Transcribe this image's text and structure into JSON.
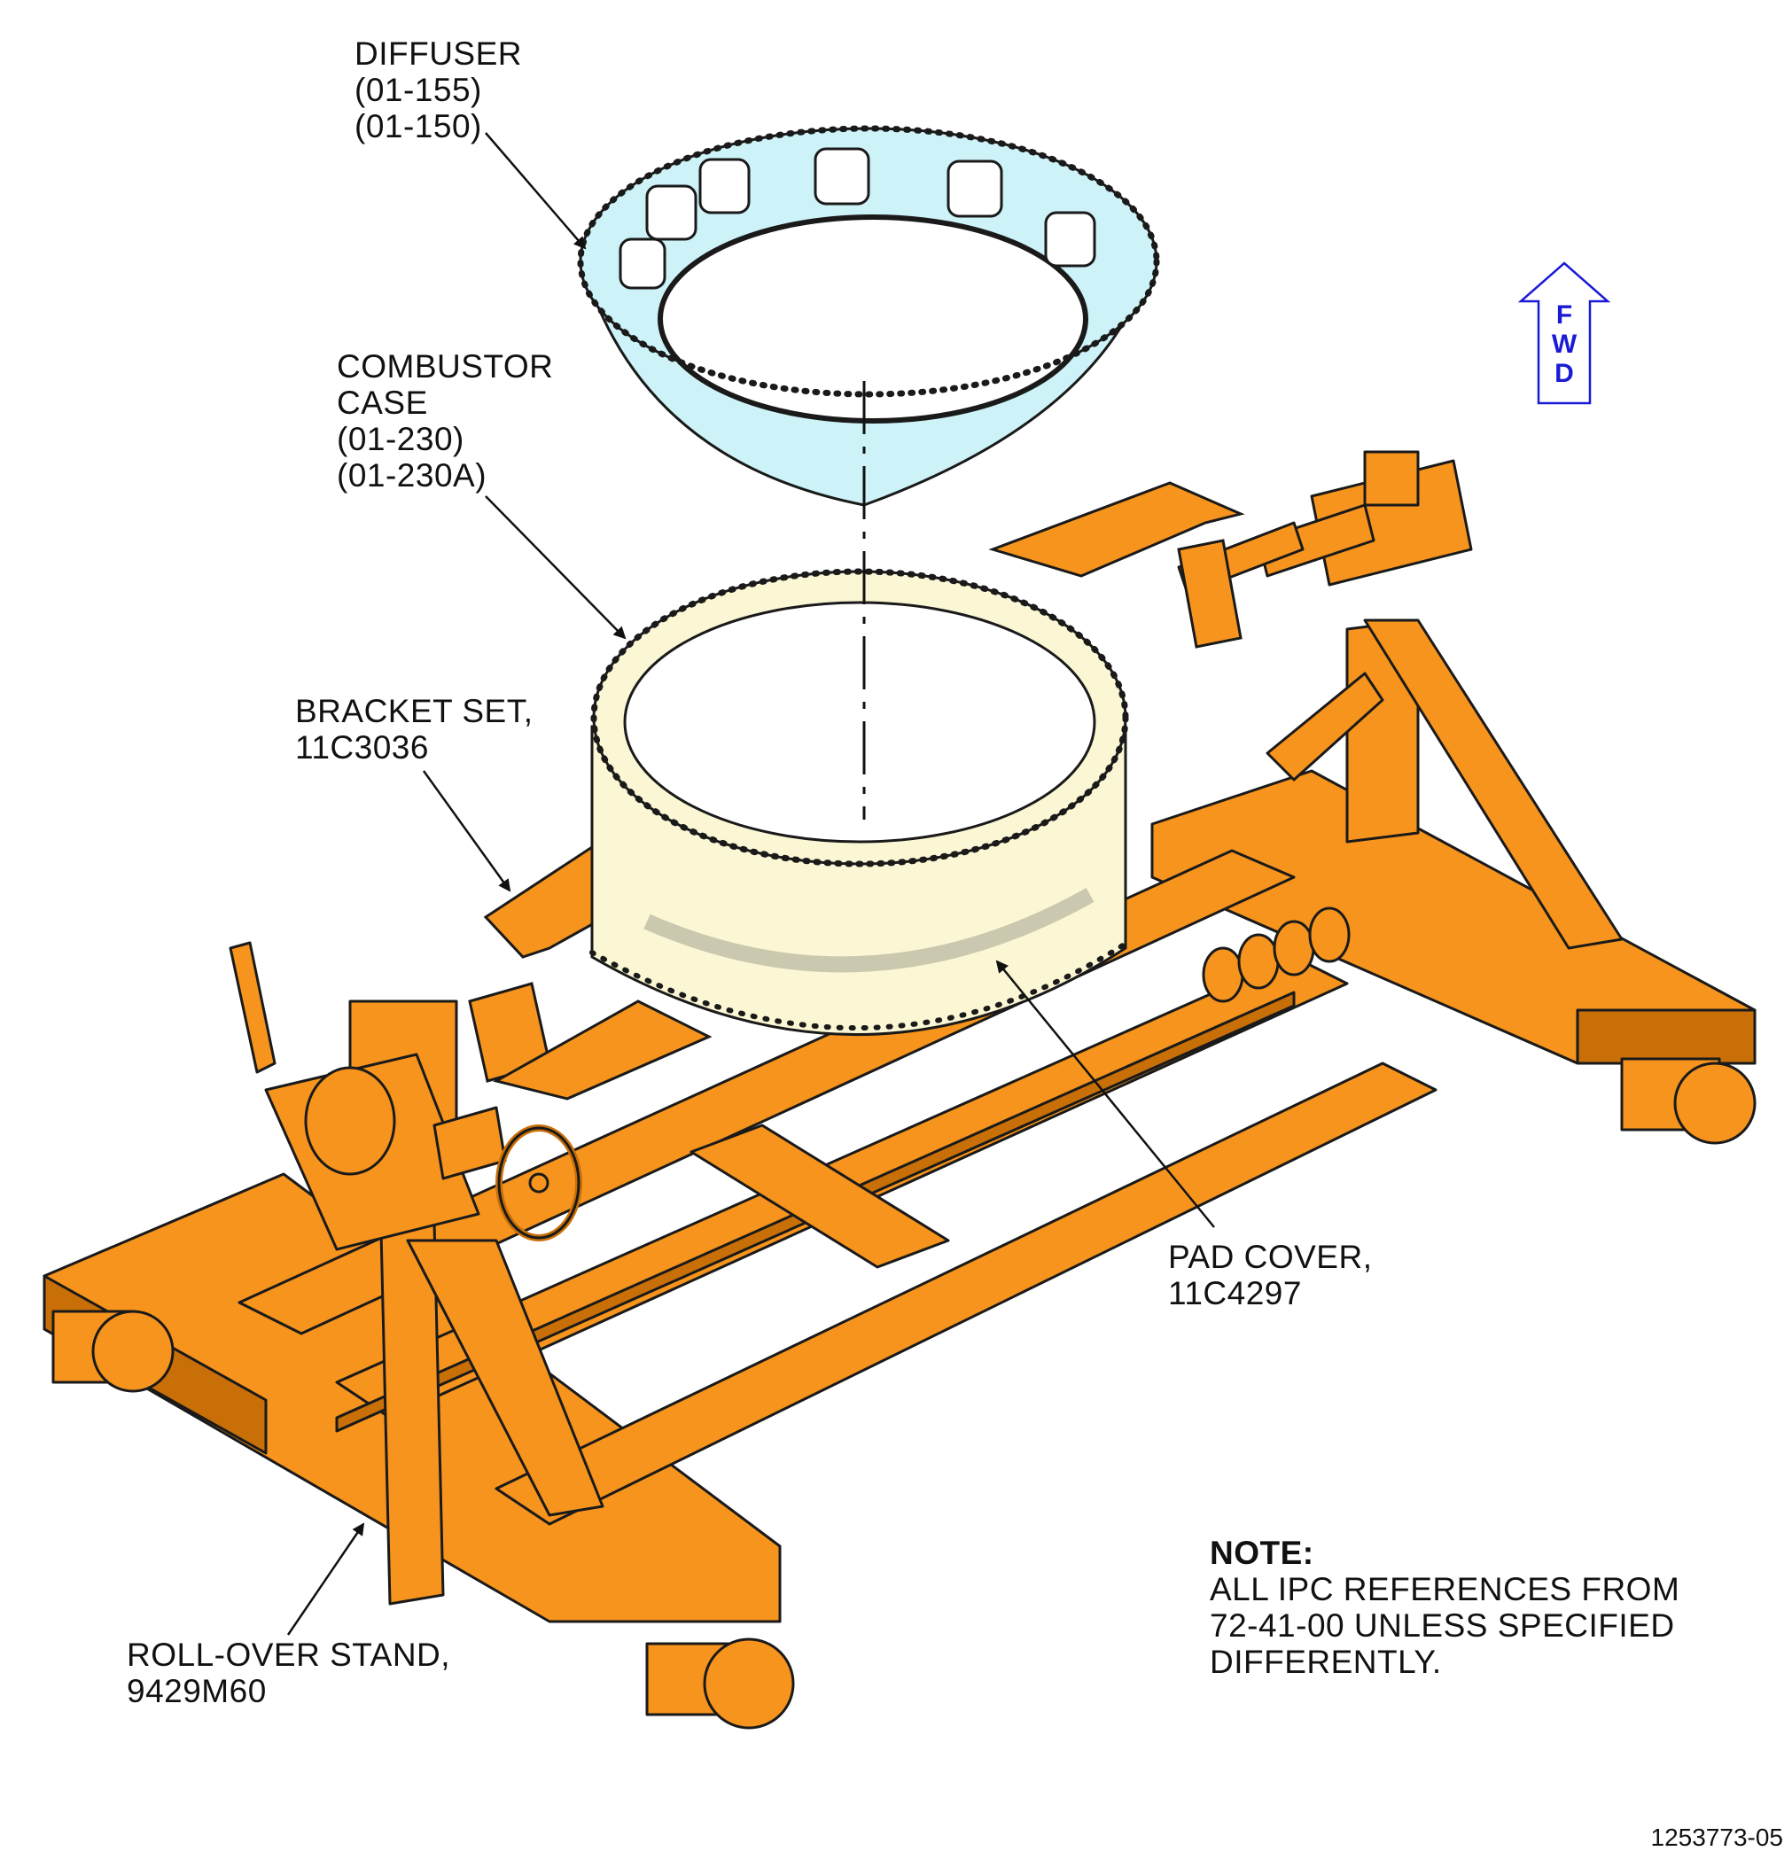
{
  "callouts": {
    "diffuser": {
      "name": "DIFFUSER",
      "refs": [
        "(01-155)",
        "(01-150)"
      ]
    },
    "combustor_case": {
      "name_lines": [
        "COMBUSTOR",
        "CASE"
      ],
      "refs": [
        "(01-230)",
        "(01-230A)"
      ]
    },
    "bracket_set": {
      "name": "BRACKET SET,",
      "part": "11C3036"
    },
    "pad_cover": {
      "name": "PAD COVER,",
      "part": "11C4297"
    },
    "roll_over_stand": {
      "name": "ROLL-OVER STAND,",
      "part": "9429M60"
    }
  },
  "fwd_arrow": {
    "letters": [
      "F",
      "W",
      "D"
    ],
    "color": "#1a1ad6"
  },
  "note": {
    "heading": "NOTE:",
    "lines": [
      "ALL IPC REFERENCES FROM",
      "72-41-00 UNLESS SPECIFIED",
      "DIFFERENTLY."
    ]
  },
  "drawing_number": "1253773-05",
  "colors": {
    "stand": "#f7941d",
    "stand_dark": "#c86f08",
    "diffuser": "#cdf3f8",
    "combustor_case": "#fbf6d3",
    "outline": "#1a1a1a"
  }
}
